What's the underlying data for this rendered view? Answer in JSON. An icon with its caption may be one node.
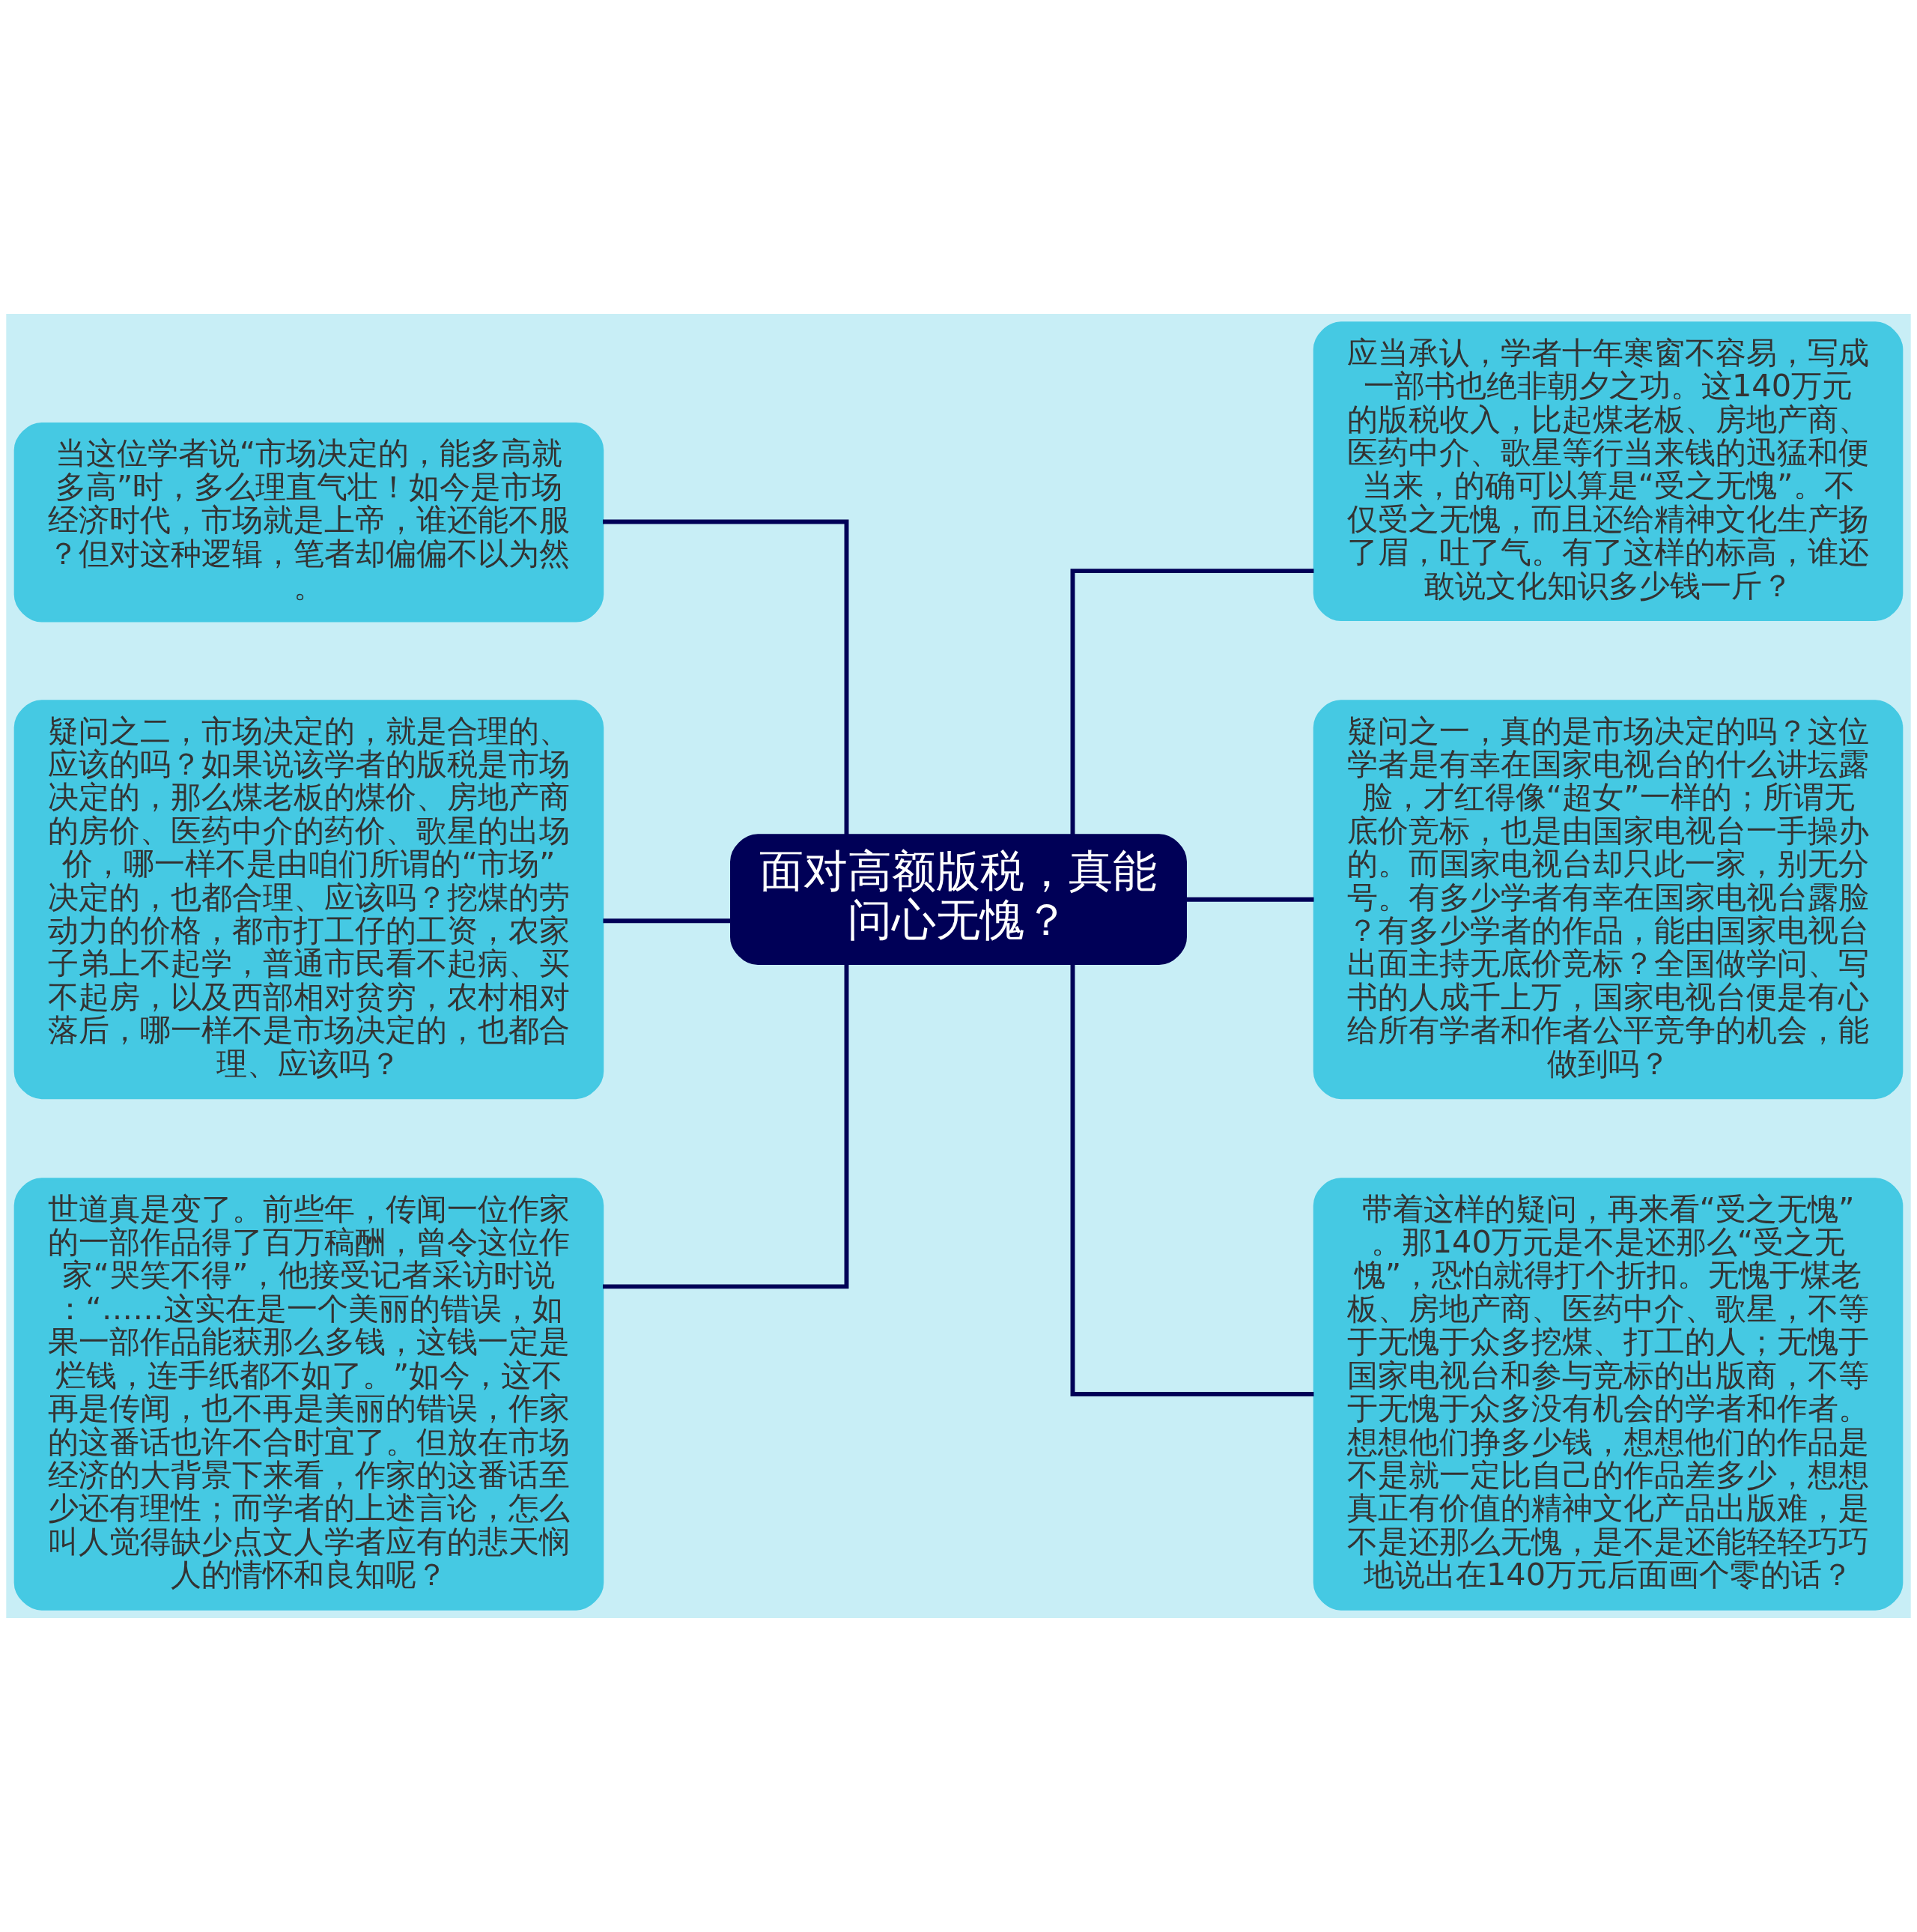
{
  "diagram": {
    "nodes": [
      {
        "text": [
          "面对高额版税，真能问心无愧？"
        ]
      },
      {
        "text": [
          "当这位学者说“市场决定的，能多高就多高”时，多么理直气壮！如今是市场经济时代，市场就是上帝，谁还能不服？但对这种逻辑，笔者却偏偏不以为然。"
        ]
      },
      {
        "text": [
          "疑问之二，市场决定的，就是合理的、应该的吗？如果说该学者的版税是市场决定的，那么煤老板的煤价、房地产商的房价、医药中介的药价、歌星的出场价，哪一样不是由咱们所谓的“市场”决定的，也都合理、应该吗？挖煤的劳动力的价格，都市打工仔的工资，农家子弟上不起学，普通市民看不起病、买不起房，以及西部相对贫穷，农村相对落后，哪一样不是市场决定的，也都合理、应该吗？"
        ]
      },
      {
        "text": [
          "世道真是变了。前些年，传闻一位作家的一部作品得了百万稿酬，曾令这位作家“哭笑不得”，他接受记者采访时说：“……这实在是一个美丽的错误，如果一部作品能获那么多钱，这钱一定是烂钱，连手纸都不如了。”如今，这不再是传闻，也不再是美丽的错误，作家的这番话也许不合时宜了。但放在市场经济的大背景下来看，作家的这番话至少还有理性；而学者的上述言论，怎么叫人觉得缺少点文人学者应有的悲天悯人的情怀和良知呢？"
        ]
      },
      {
        "text": [
          "应当承认，学者十年寒窗不容易，写成一部书也绝非朝夕之功。这140万元的版税收入，比起煤老板、房地产商、医药中介、歌星等行当来钱的迅猛和便当来，的确可以算是“受之无愧”。不仅受之无愧，而且还给精神文化生产扬了眉，吐了气。有了这样的标高，谁还敢说文化知识多少钱一斤？"
        ]
      },
      {
        "text": [
          "疑问之一，真的是市场决定的吗？这位学者是有幸在国家电视台的什么讲坛露脸，才红得像“超女”一样的；所谓无底价竞标，也是由国家电视台一手操办的。而国家电视台却只此一家，别无分号。有多少学者有幸在国家电视台露脸？有多少学者的作品，能由国家电视台出面主持无底价竞标？全国做学问、写书的人成千上万，国家电视台便是有心给所有学者和作者公平竞争的机会，能做到吗？"
        ]
      },
      {
        "text": [
          "带着这样的疑问，再来看“受之无愧”。那140万元是不是还那么“受之无愧”，恐怕就得打个折扣。无愧于煤老板、房地产商、医药中介、歌星，不等于无愧于众多挖煤、打工的人；无愧于国家电视台和参与竞标的出版商，不等于无愧于众多没有机会的学者和作者。想想他们挣多少钱，想想他们的作品是不是就一定比自己的作品差多少，想想真正有价值的精神文化产品出版难，是不是还那么无愧，是不是还能轻轻巧巧地说出在140万元后面画个零的话？"
        ]
      }
    ],
    "edges": [
      {
        "from": 0,
        "to": 1,
        "arrow": "none"
      },
      {
        "from": 0,
        "to": 2,
        "arrow": "none"
      },
      {
        "from": 0,
        "to": 3,
        "arrow": "none"
      },
      {
        "from": 0,
        "to": 4,
        "arrow": "none"
      },
      {
        "from": 0,
        "to": 5,
        "arrow": "none"
      },
      {
        "from": 0,
        "to": 6,
        "arrow": "none"
      }
    ]
  }
}
